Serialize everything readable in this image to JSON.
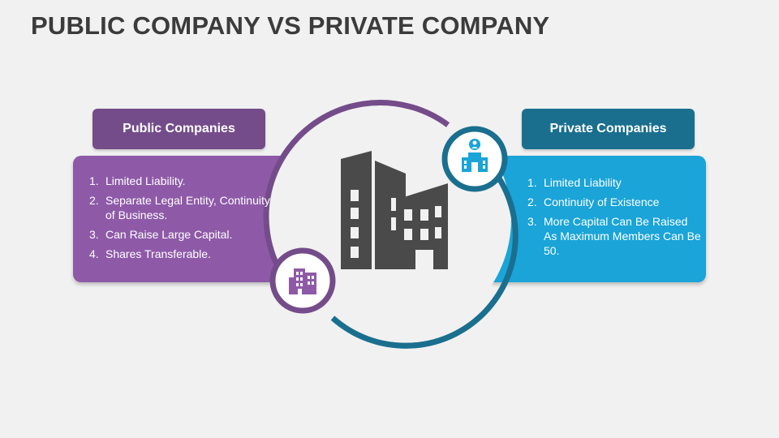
{
  "title": "PUBLIC COMPANY VS PRIVATE COMPANY",
  "left": {
    "heading": "Public Companies",
    "items": [
      {
        "num": "1.",
        "text": "Limited Liability."
      },
      {
        "num": "2.",
        "text": "Separate Legal Entity, Continuity of Business."
      },
      {
        "num": "3.",
        "text": "Can Raise Large Capital."
      },
      {
        "num": "4.",
        "text": "Shares Transferable."
      }
    ]
  },
  "right": {
    "heading": "Private Companies",
    "items": [
      {
        "num": "1.",
        "text": "Limited Liability"
      },
      {
        "num": "2.",
        "text": "Continuity of Existence"
      },
      {
        "num": "3.",
        "text": "More Capital Can Be Raised As Maximum Members Can Be 50."
      }
    ]
  },
  "colors": {
    "purple_dark": "#744c8a",
    "purple": "#8e5aa8",
    "teal_dark": "#1a6f8f",
    "blue": "#1aa4d8",
    "building": "#4a4a4a",
    "background": "#f1f1f1"
  },
  "icons": {
    "center": "city-buildings-icon",
    "left_badge": "office-building-icon",
    "right_badge": "private-company-building-icon"
  }
}
